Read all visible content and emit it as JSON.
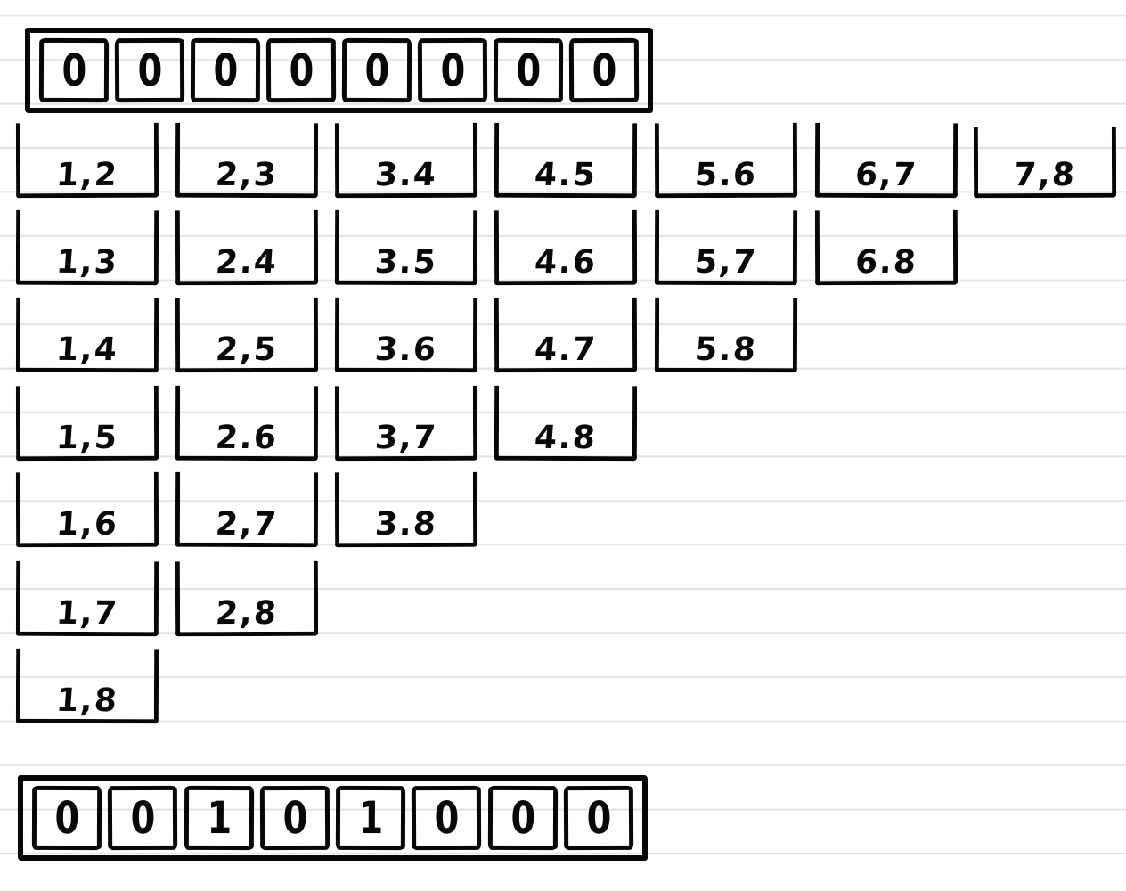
{
  "artboard": {
    "background_color": "#ffffff",
    "rule_line_color": "#e4e4e4",
    "ink_color": "#070707",
    "style": "hand-drawn sketch on ruled background"
  },
  "top_bit_array": {
    "cells": [
      "0",
      "0",
      "0",
      "0",
      "0",
      "0",
      "0",
      "0"
    ]
  },
  "pair_buckets": {
    "rows": [
      {
        "labels": [
          "1,2",
          "2,3",
          "3.4",
          "4.5",
          "5.6",
          "6,7",
          "7,8"
        ]
      },
      {
        "labels": [
          "1,3",
          "2.4",
          "3.5",
          "4.6",
          "5,7",
          "6.8"
        ]
      },
      {
        "labels": [
          "1,4",
          "2,5",
          "3.6",
          "4.7",
          "5.8"
        ]
      },
      {
        "labels": [
          "1,5",
          "2.6",
          "3,7",
          "4.8"
        ]
      },
      {
        "labels": [
          "1,6",
          "2,7",
          "3.8"
        ]
      },
      {
        "labels": [
          "1,7",
          "2,8"
        ]
      },
      {
        "labels": [
          "1,8"
        ]
      }
    ]
  },
  "bottom_bit_array": {
    "cells": [
      "0",
      "0",
      "1",
      "0",
      "1",
      "0",
      "0",
      "0"
    ]
  }
}
